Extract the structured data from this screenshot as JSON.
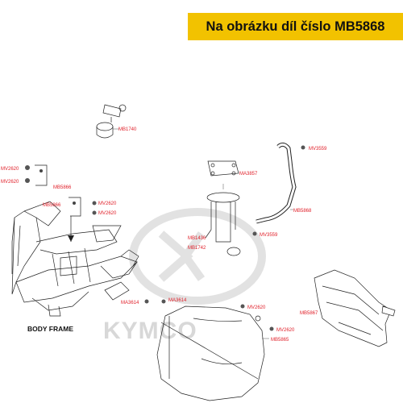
{
  "header": {
    "text": "Na obrázku díl číslo MB5868",
    "background": "#f2c200",
    "color": "#111111"
  },
  "watermark": {
    "text": "KYMCO",
    "color": "#d8d8d8"
  },
  "label_color": "#e0202a",
  "body_frame_label": "BODY FRAME",
  "parts": [
    {
      "label": "MB1740"
    },
    {
      "label": "MV3559"
    },
    {
      "label": "MA3857"
    },
    {
      "label": "MB5868"
    },
    {
      "label": "MV3559"
    },
    {
      "label": "MB1436"
    },
    {
      "label": "MB1742"
    },
    {
      "label": "MV2620"
    },
    {
      "label": "MV2620"
    },
    {
      "label": "MB5866"
    },
    {
      "label": "MB5866"
    },
    {
      "label": "MV2620"
    },
    {
      "label": "MV2620"
    },
    {
      "label": "MA3614"
    },
    {
      "label": "MA3614"
    },
    {
      "label": "MV2620"
    },
    {
      "label": "MB5867"
    },
    {
      "label": "MV2620"
    },
    {
      "label": "MB5865"
    }
  ]
}
